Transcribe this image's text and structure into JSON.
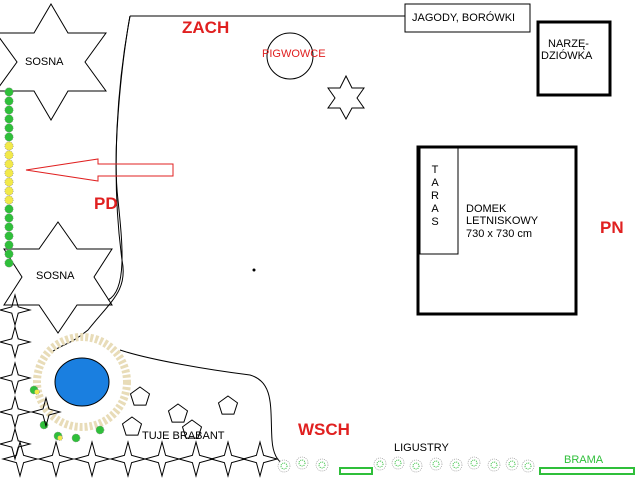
{
  "directions": {
    "north": "PN",
    "south": "PD",
    "east": "WSCH",
    "west": "ZACH"
  },
  "labels": {
    "pine_top": "SOSNA",
    "pine_mid": "SOSNA",
    "quince": "PIGWOWCE",
    "berries": "JAGODY, BORÓWKI",
    "tool_shed_line1": "NARZĘ-",
    "tool_shed_line2": "DZIÓWKA",
    "terrace": "T A R A S",
    "house_line1": "DOMEK",
    "house_line2": "LETNISKOWY",
    "house_line3": "730 x 730 cm",
    "thujas": "TUJE BRABANT",
    "privet": "LIGUSTRY",
    "gate": "BRAMA"
  },
  "colors": {
    "outline": "#000000",
    "direction": "#e02020",
    "pond": "#1a7fe0",
    "pond_ring": "#e8dcb8",
    "hedge_green": "#2fbf3a",
    "hedge_yellow": "#f2e94a",
    "arrow": "#e02020"
  },
  "icons": {
    "tree": "star-shape",
    "shrub": "pentagon-shape",
    "arrow": "arrow-left"
  }
}
